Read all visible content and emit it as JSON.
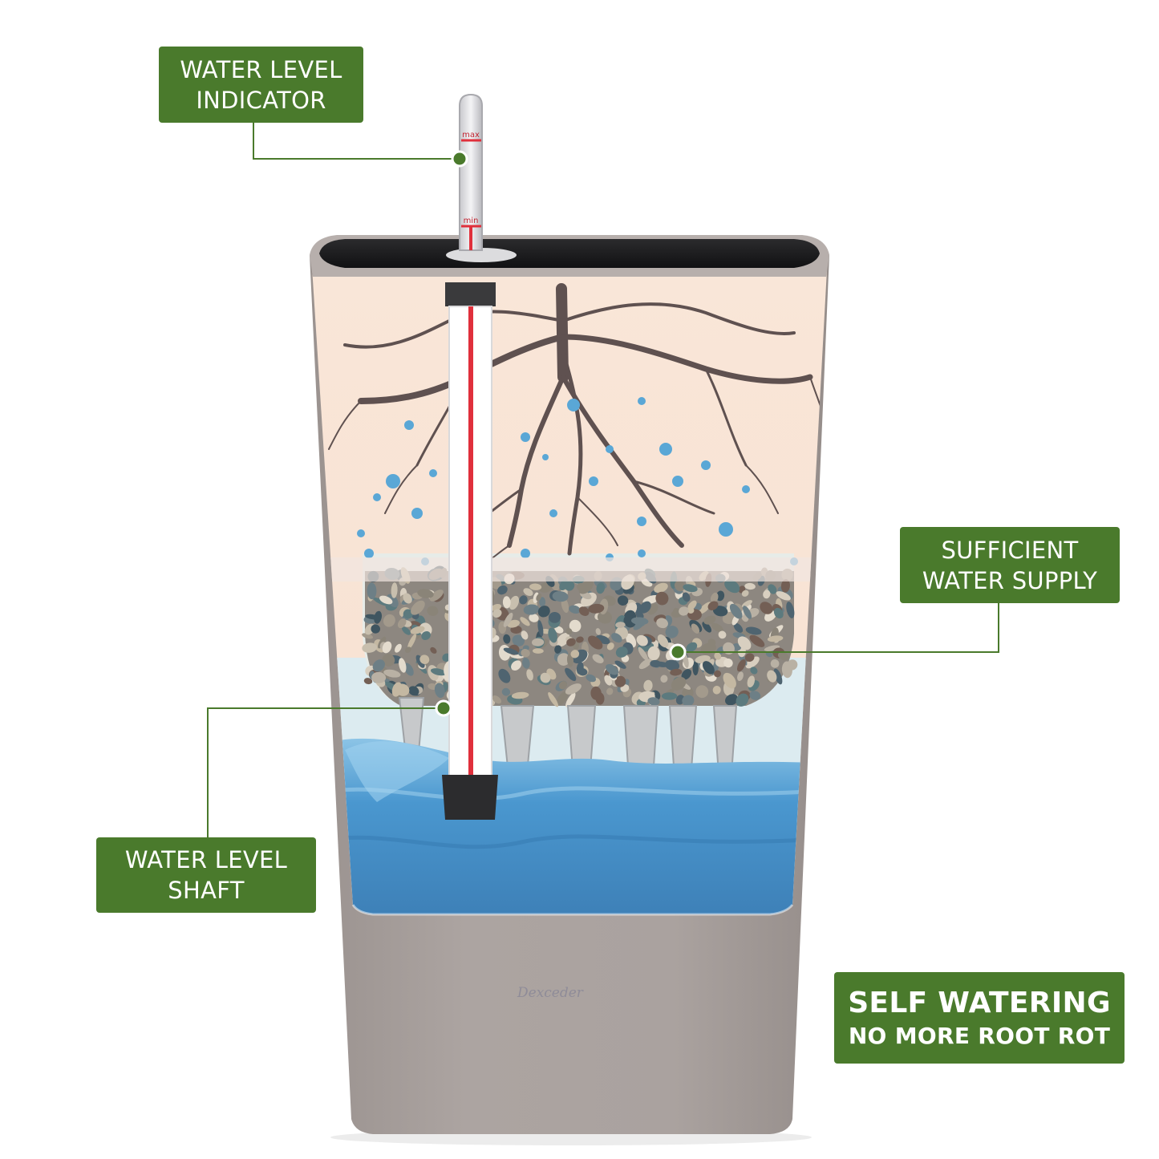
{
  "labels": {
    "water_level_indicator": [
      "WATER LEVEL",
      "INDICATOR"
    ],
    "sufficient_water_supply": [
      "SUFFICIENT",
      "WATER SUPPLY"
    ],
    "water_level_shaft": [
      "WATER LEVEL",
      "SHAFT"
    ],
    "headline": "SELF WATERING",
    "subheadline": "NO MORE ROOT ROT"
  },
  "indicator_marks": {
    "max": "max",
    "min": "min"
  },
  "brand": "Dexceder",
  "colors": {
    "label_green": "#4a7a2c",
    "connector": "#4a7a2c",
    "pot_body": "#a79f9c",
    "soil_cream": "#f8e4d6",
    "water_blue": "#5aa7d6",
    "root_brown": "#5f5150",
    "inner_pot": "#1d1d1f",
    "shaft_red": "#e0303c"
  }
}
